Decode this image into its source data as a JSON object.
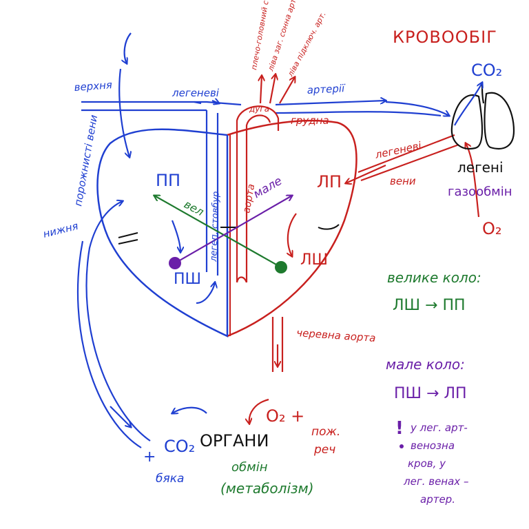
{
  "colors": {
    "blue": "#1f3fd1",
    "red": "#c8201e",
    "green": "#1e7a2e",
    "purple": "#6a1fa8",
    "black": "#111111"
  },
  "title": "КРОВООБІГ",
  "labels": {
    "verkhnia": "верхня",
    "nyzhnia": "нижня",
    "porozhnysti_veny": "порожнисті вени",
    "lehenevi_top": "легеневі",
    "arterii": "артерії",
    "lehen_stovbur": "легеп. стовбур",
    "plecho_stovbur": "плечо-головний стовбур",
    "liva_sonna": "ліва заг. сонна арт.",
    "liva_pidklyuch": "ліва підключ. арт.",
    "duha": "дуга",
    "hrudna": "грудна",
    "aorta": "аорта",
    "cherevna_aorta": "черевна аорта",
    "lehenevi_veny_1": "легеневі",
    "lehenevi_veny_2": "вени",
    "lehenі": "легені",
    "hazoobmin": "газообмін",
    "co2_top": "CO₂",
    "o2_right": "O₂",
    "pp": "ПП",
    "lp": "ЛП",
    "psh": "ПШ",
    "lsh": "ЛШ",
    "vel": "вел",
    "male_arrow": "мале",
    "organy": "ОРГАНИ",
    "co2_bottom": "CO₂",
    "plus_left": "+",
    "byaka": "бяка",
    "o2_bottom": "O₂ +",
    "pozhyvni": "пож.",
    "rech": "реч",
    "obmin": "обмін",
    "metabolizm": "(метаболізм)"
  },
  "legend": {
    "velyke_title": "велике коло:",
    "velyke_path": "ЛШ → ПП",
    "male_title": "мале коло:",
    "male_path": "ПШ → ЛП",
    "note_line1": "у лег. арт-",
    "note_line2": "венозна",
    "note_line3": "кров, у",
    "note_line4": "лег. венах –",
    "note_line5": "артер."
  }
}
